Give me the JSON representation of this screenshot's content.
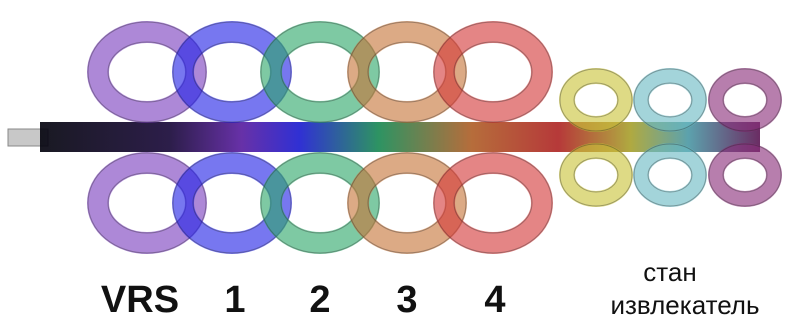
{
  "stands": [
    {
      "label": "VRS",
      "color": "#7a3fbf"
    },
    {
      "label": "1",
      "color": "#2424e6"
    },
    {
      "label": "2",
      "color": "#2fa86a"
    },
    {
      "label": "3",
      "color": "#c6763a"
    },
    {
      "label": "4",
      "color": "#d43a3a"
    }
  ],
  "extractor_stands": [
    {
      "color": "#c9c43a"
    },
    {
      "color": "#6ab9c4"
    },
    {
      "color": "#8a2f7a"
    }
  ],
  "extractor_label": {
    "line1": "стан",
    "line2": "извлекатель"
  },
  "bar_color": "#0a0a1a",
  "mandrel_color": "#c8c8c8"
}
